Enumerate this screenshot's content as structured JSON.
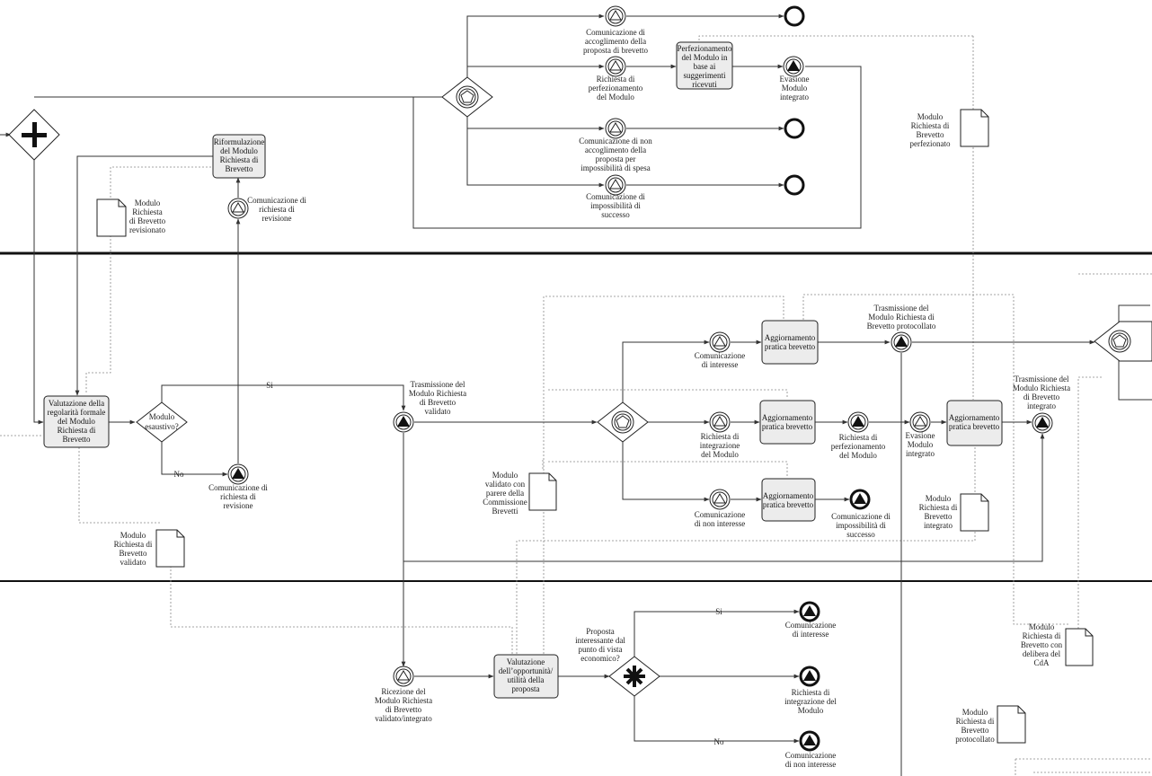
{
  "lane_dividers": 2,
  "tasks": {
    "riformulazione": [
      "Riformulazione",
      "del Modulo",
      "Richiesta di",
      "Brevetto"
    ],
    "perfezionamento_top": [
      "Perfezionamento",
      "del Modulo in",
      "base ai",
      "suggerimenti",
      "ricevuti"
    ],
    "valutazione_regolarita": [
      "Valutazione della",
      "regolarità formale",
      "del Modulo",
      "Richiesta di",
      "Brevetto"
    ],
    "aggiornamento1": [
      "Aggiornamento",
      "pratica brevetto"
    ],
    "aggiornamento2": [
      "Aggiornamento",
      "pratica brevetto"
    ],
    "aggiornamento3": [
      "Aggiornamento",
      "pratica brevetto"
    ],
    "aggiornamento4": [
      "Aggiornamento",
      "pratica brevetto"
    ],
    "valutazione_opportunita": [
      "Valutazione",
      "dell’opportunità/",
      "utilità della",
      "proposta"
    ]
  },
  "events": {
    "e_accoglimento": [
      "Comunicazione di",
      "accoglimento della",
      "proposta di brevetto"
    ],
    "e_richiesta_perf": [
      "Richiesta di",
      "perfezionamento",
      "del Modulo"
    ],
    "e_evasione_top": [
      "Evasione",
      "Modulo",
      "integrato"
    ],
    "e_non_accoglimento": [
      "Comunicazione di non",
      "accoglimento della",
      "proposta per",
      "impossibilità di spesa"
    ],
    "e_impossibilita_top": [
      "Comunicazione di",
      "impossibilità di",
      "successo"
    ],
    "e_com_revisione_up": [
      "Comunicazione di",
      "richiesta di",
      "revisione"
    ],
    "e_com_revisione_low": [
      "Comunicazione di",
      "richiesta di",
      "revisione"
    ],
    "e_trasmissione_validato": [
      "Trasmissione del",
      "Modulo Richiesta",
      "di Brevetto",
      "validato"
    ],
    "e_com_interesse_mid": [
      "Comunicazione",
      "di interesse"
    ],
    "e_trasmissione_protocollato": [
      "Trasmissione del",
      "Modulo Richiesta di",
      "Brevetto protocollato"
    ],
    "e_richiesta_integrazione": [
      "Richiesta di",
      "integrazione",
      "del Modulo"
    ],
    "e_richiesta_perf_mid": [
      "Richiesta di",
      "perfezionamento",
      "del Modulo"
    ],
    "e_evasione_mid": [
      "Evasione",
      "Modulo",
      "integrato"
    ],
    "e_trasmissione_integrato": [
      "Trasmissione del",
      "Modulo Richiesta",
      "di Brevetto",
      "integrato"
    ],
    "e_com_non_interesse_mid": [
      "Comunicazione",
      "di non interesse"
    ],
    "e_com_impossibilita_mid": [
      "Comunicazione di",
      "impossibilità di",
      "successo"
    ],
    "e_ricezione": [
      "Ricezione del",
      "Modulo Richiesta",
      "di Brevetto",
      "validato/integrato"
    ],
    "e_com_interesse_low": [
      "Comunicazione",
      "di interesse"
    ],
    "e_richiesta_integrazione_low": [
      "Richiesta di",
      "integrazione del",
      "Modulo"
    ],
    "e_com_non_interesse_low": [
      "Comunicazione",
      "di non interesse"
    ]
  },
  "gateways": {
    "modulo_esaustivo": [
      "Modulo",
      "esaustivo?"
    ],
    "proposta_interessante": [
      "Proposta",
      "interessante dal",
      "punto di vista",
      "economico?"
    ]
  },
  "documents": {
    "doc_revisionato": [
      "Modulo",
      "Richiesta",
      "di Brevetto",
      "revisionato"
    ],
    "doc_perfezionato": [
      "Modulo",
      "Richiesta di",
      "Brevetto",
      "perfezionato"
    ],
    "doc_validato_parere": [
      "Modulo",
      "validato con",
      "parere della",
      "Commissione",
      "Brevetti"
    ],
    "doc_integrato": [
      "Modulo",
      "Richiesta di",
      "Brevetto",
      "integrato"
    ],
    "doc_validato": [
      "Modulo",
      "Richiesta di",
      "Brevetto",
      "validato"
    ],
    "doc_delibera": [
      "Modulo",
      "Richiesta di",
      "Brevetto con",
      "delibera del",
      "CdA"
    ],
    "doc_protocollato": [
      "Modulo",
      "Richiesta di",
      "Brevetto",
      "protocollato"
    ]
  },
  "flow_labels": {
    "si_upper": "Si",
    "no_upper": "No",
    "si_lower": "Si",
    "no_lower": "No"
  },
  "icons": [
    "parallel-gateway-icon",
    "event-based-gateway-icon",
    "complex-gateway-icon",
    "signal-catch-icon",
    "signal-throw-icon",
    "end-event-icon",
    "signal-end-icon"
  ],
  "colors": {
    "line": "#333333",
    "task_fill": "#ececec",
    "association": "#888888"
  }
}
